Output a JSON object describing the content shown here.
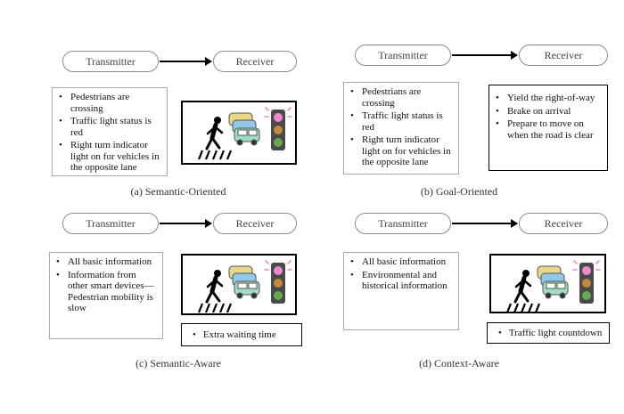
{
  "nodes": {
    "transmitter": "Transmitter",
    "receiver": "Receiver"
  },
  "panels": [
    {
      "caption": "(a) Semantic-Oriented",
      "info": [
        "Pedestrians are crossing",
        "Traffic light status is red",
        "Right turn indicator light on for vehicles in the opposite lane"
      ]
    },
    {
      "caption": "(b) Goal-Oriented",
      "info": [
        "Pedestrians are crossing",
        "Traffic light status is red",
        "Right turn indicator light on for vehicles in the opposite lane"
      ],
      "goals": [
        "Yield the right-of-way",
        "Brake on arrival",
        "Prepare to move on when the road is clear"
      ]
    },
    {
      "caption": "(c) Semantic-Aware",
      "info": [
        "All basic information",
        "Information from other smart devices—Pedestrian mobility is slow"
      ],
      "output": "Extra waiting time"
    },
    {
      "caption": "(d) Context-Aware",
      "info": [
        "All basic information",
        "Environmental and historical information"
      ],
      "output": "Traffic light countdown"
    }
  ],
  "colors": {
    "light_red": "#ee88cc",
    "light_amber": "#c08a3a",
    "light_green": "#6aa84f",
    "car1": "#e8d78a",
    "car2": "#8fc8e8",
    "car3": "#9fdcc0"
  }
}
